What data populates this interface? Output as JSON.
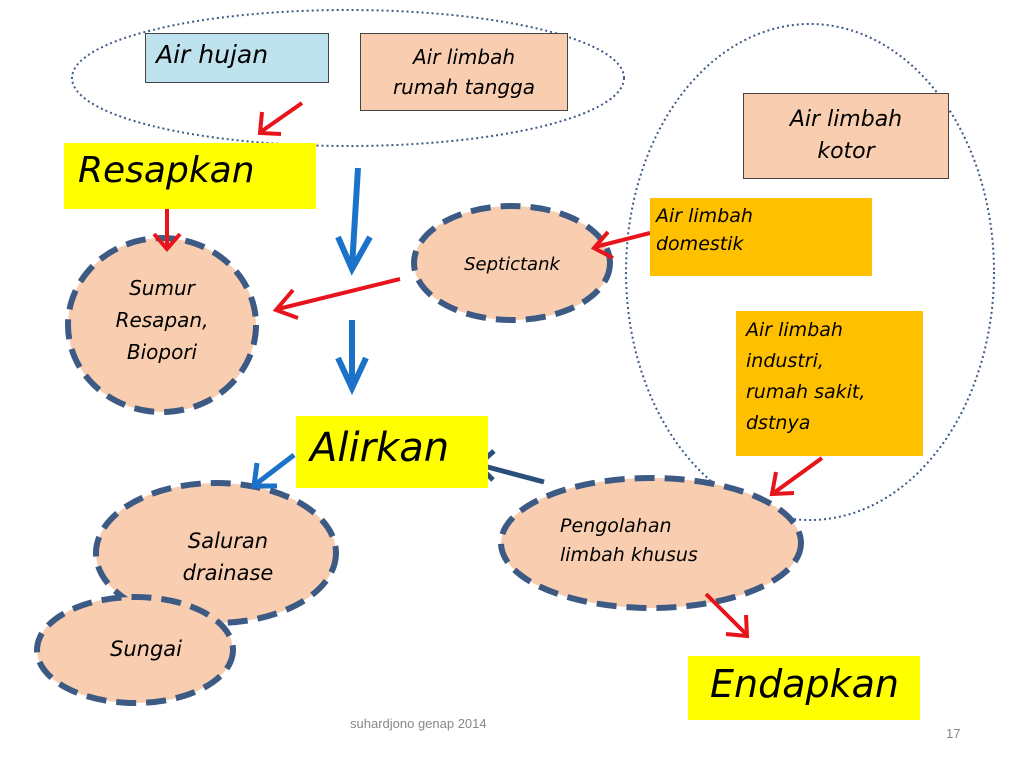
{
  "nodes": {
    "air_hujan": "Air hujan",
    "air_limbah_rumah_tangga": "Air limbah\nrumah tangga",
    "air_limbah_kotor": "Air limbah\nkotor",
    "air_limbah_domestik": "Air limbah\ndomestik",
    "air_limbah_industri": "Air limbah\nindustri,\nrumah sakit,\ndstnya",
    "resapkan": "Resapkan",
    "alirkan": "Alirkan",
    "endapkan": "Endapkan",
    "sumur_resapan": "Sumur\nResapan,\nBiopori",
    "septictank": "Septictank",
    "saluran_drainase": "Saluran\ndrainase",
    "sungai": "Sungai",
    "pengolahan": "Pengolahan\nlimbah   khusus"
  },
  "footer": {
    "author": "suhardjono genap  2014",
    "page_number": "17"
  },
  "colors": {
    "light_blue": "#bfe3ee",
    "peach": "#f8cdb0",
    "yellow": "#ffff00",
    "orange": "#ffc000",
    "dashed_border": "#3d5a85",
    "red_arrow": "#e8141c",
    "blue_arrow": "#1a73c8",
    "dark_blue_arrow": "#2a4f7a"
  }
}
